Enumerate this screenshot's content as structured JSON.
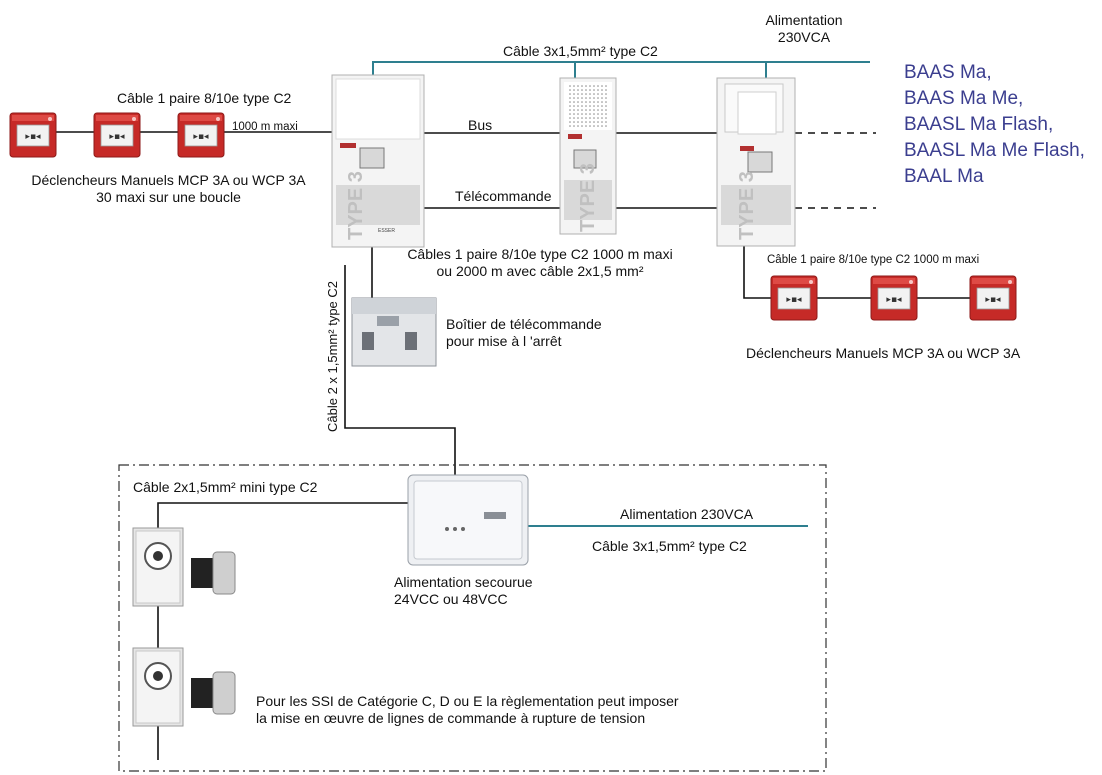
{
  "labels": {
    "alimentation_top": [
      "Alimentation",
      "230VCA"
    ],
    "cable_top": "Câble 3x1,5mm²  type C2",
    "cable_paire_left": "Câble 1 paire 8/10e type C2",
    "m1000_left": "1000 m maxi",
    "decl_left": [
      "Déclencheurs Manuels MCP 3A ou WCP 3A",
      "30 maxi sur une boucle"
    ],
    "bus": "Bus",
    "telecommande": "Télécommande",
    "cables_paire_center": [
      "Câbles 1 paire 8/10e type C2 1000 m maxi",
      "ou 2000 m avec câble 2x1,5 mm²"
    ],
    "cable_vertical": "Câble 2 x 1,5mm² type C2",
    "boitier": [
      "Boîtier de télécommande",
      "pour mise à l     'arrêt"
    ],
    "cable_paire_right": "Câble 1 paire 8/10e type C2   1000 m maxi",
    "decl_right": "Déclencheurs Manuels MCP 3A ou WCP 3A",
    "cable_mini": "Câble 2x1,5mm² mini type C2",
    "alimentation_mid": "Alimentation  230VCA",
    "cable_mid": "Câble 3x1,5mm²  type C2",
    "alim_secourue": [
      "Alimentation secourue",
      "24VCC ou 48VCC"
    ],
    "ssi_note": [
      "Pour les SSI de Catégorie C, D ou E la règlementation peut imposer",
      "la mise en œuvre de lignes de commande à rupture de tension"
    ],
    "type_text": "TYPE 3"
  },
  "baas_list": [
    "BAAS Ma,",
    "BAAS Ma Me,",
    "BAASL Ma Flash,",
    "BAASL Ma Me Flash,",
    "BAAL Ma"
  ],
  "colors": {
    "teal_line": "#2e7f8f",
    "baas_text": "#3b3e8f",
    "call_point_red": "#c62a27"
  },
  "icons": {
    "call_point": "manual-call-point-icon",
    "alarm_unit": "alarm-unit-icon",
    "door_holder": "door-holder-icon",
    "power_supply": "power-supply-icon",
    "remote_box": "remote-control-box-icon"
  }
}
